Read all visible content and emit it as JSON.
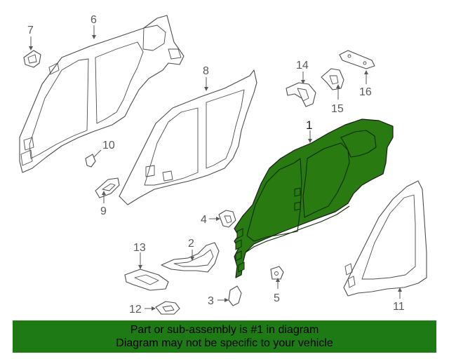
{
  "callouts": {
    "c1": "1",
    "c2": "2",
    "c3": "3",
    "c4": "4",
    "c5": "5",
    "c6": "6",
    "c7": "7",
    "c8": "8",
    "c9": "9",
    "c10": "10",
    "c11": "11",
    "c12": "12",
    "c13": "13",
    "c14": "14",
    "c15": "15",
    "c16": "16"
  },
  "highlighted_part": "1",
  "colors": {
    "highlight": "#2a7a12",
    "banner": "#1d7a14",
    "line": "#4d4d4f"
  },
  "banner": {
    "line1": "Part or sub-assembly is #1 in diagram",
    "line2": "Diagram may not be specific to your vehicle"
  }
}
